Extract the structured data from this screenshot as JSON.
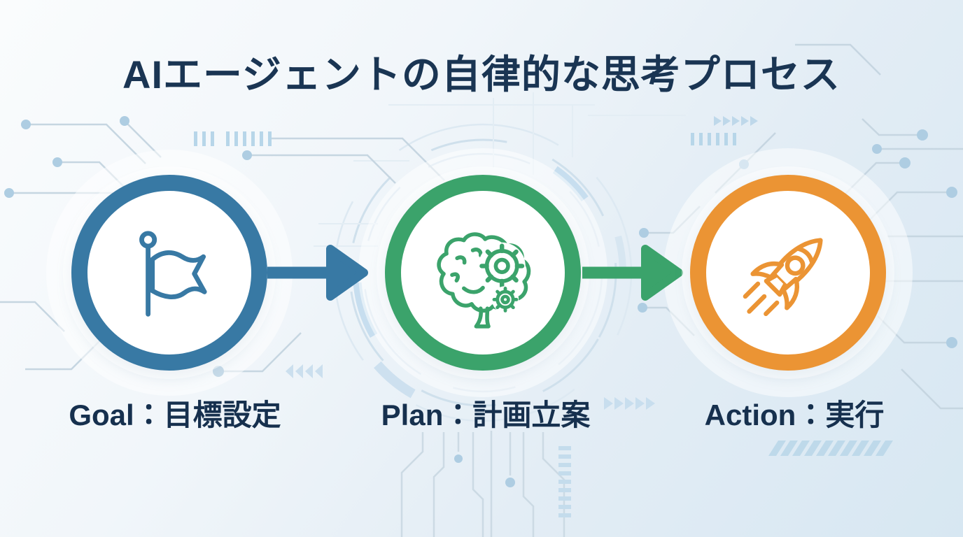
{
  "title": "AIエージェントの自律的な思考プロセス",
  "stages": [
    {
      "id": "goal",
      "label": "Goal：目標設定",
      "icon": "flag-icon",
      "ring_color": "#3879a4"
    },
    {
      "id": "plan",
      "label": "Plan：計画立案",
      "icon": "brain-gears-icon",
      "ring_color": "#3ba36b"
    },
    {
      "id": "action",
      "label": "Action：実行",
      "icon": "rocket-icon",
      "ring_color": "#eb9434"
    }
  ],
  "arrows": [
    {
      "from": "Goal",
      "to": "Plan",
      "color": "#3879a4"
    },
    {
      "from": "Plan",
      "to": "Action",
      "color": "#3ba36b"
    }
  ],
  "colors": {
    "title_text": "#1a3553",
    "label_text": "#16304e",
    "goal_blue": "#3879a4",
    "plan_green": "#3ba36b",
    "action_orange": "#eb9434",
    "background_top": "#fafcfd",
    "background_bottom": "#d7e7f2",
    "circuit_line": "#c6d6e1",
    "circuit_dot": "#aecde2"
  }
}
